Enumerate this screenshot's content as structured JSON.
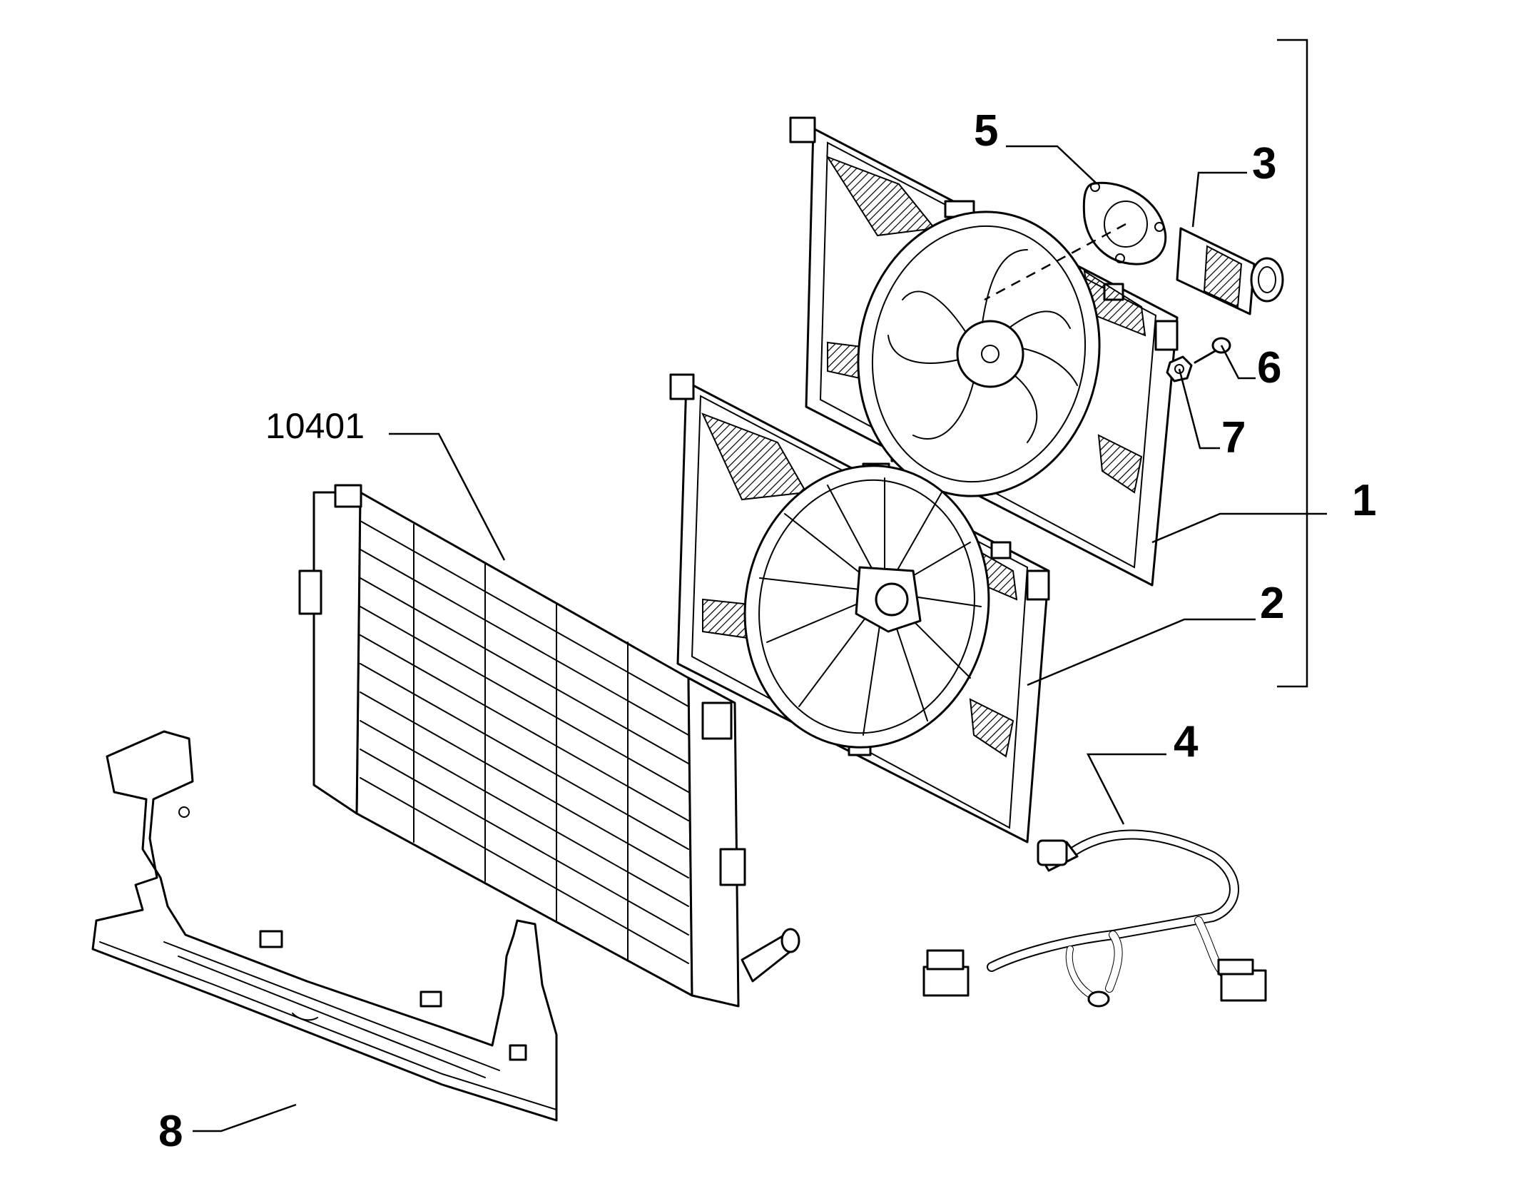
{
  "callouts": {
    "c1": "1",
    "c2": "2",
    "c3": "3",
    "c4": "4",
    "c5": "5",
    "c6": "6",
    "c7": "7",
    "c8": "8",
    "ref": "10401"
  },
  "colors": {
    "line": "#000000",
    "background": "#ffffff"
  }
}
